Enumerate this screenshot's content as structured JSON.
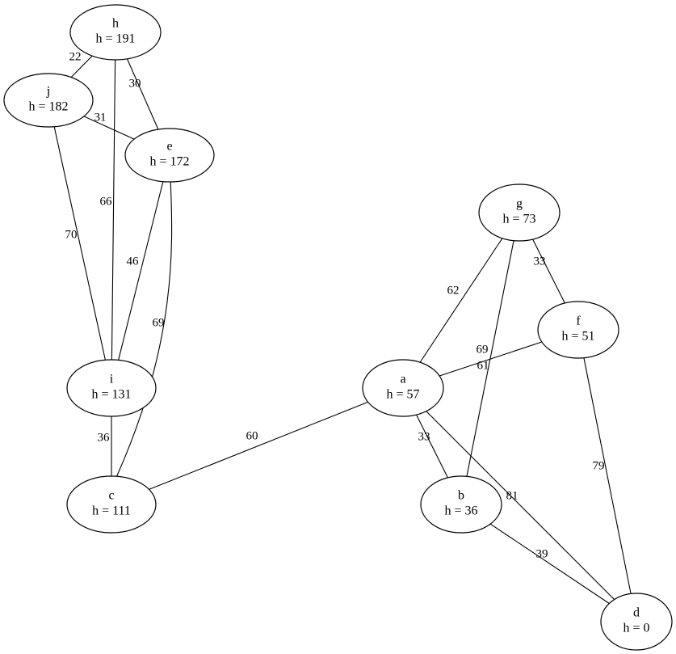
{
  "nodes": [
    {
      "id": "h",
      "label": "h",
      "h_label": "h = 191"
    },
    {
      "id": "j",
      "label": "j",
      "h_label": "h = 182"
    },
    {
      "id": "e",
      "label": "e",
      "h_label": "h = 172"
    },
    {
      "id": "i",
      "label": "i",
      "h_label": "h = 131"
    },
    {
      "id": "c",
      "label": "c",
      "h_label": "h = 111"
    },
    {
      "id": "g",
      "label": "g",
      "h_label": "h = 73"
    },
    {
      "id": "f",
      "label": "f",
      "h_label": "h = 51"
    },
    {
      "id": "a",
      "label": "a",
      "h_label": "h = 57"
    },
    {
      "id": "b",
      "label": "b",
      "h_label": "h = 36"
    },
    {
      "id": "d",
      "label": "d",
      "h_label": "h = 0"
    }
  ],
  "edges": [
    {
      "from": "h",
      "to": "j",
      "weight": "22"
    },
    {
      "from": "h",
      "to": "e",
      "weight": "30"
    },
    {
      "from": "h",
      "to": "i",
      "weight": "66"
    },
    {
      "from": "j",
      "to": "e",
      "weight": "31"
    },
    {
      "from": "j",
      "to": "i",
      "weight": "70"
    },
    {
      "from": "e",
      "to": "i",
      "weight": "46"
    },
    {
      "from": "e",
      "to": "c",
      "weight": "69"
    },
    {
      "from": "i",
      "to": "c",
      "weight": "36"
    },
    {
      "from": "c",
      "to": "a",
      "weight": "60"
    },
    {
      "from": "g",
      "to": "a",
      "weight": "62"
    },
    {
      "from": "g",
      "to": "f",
      "weight": "33"
    },
    {
      "from": "g",
      "to": "b",
      "weight": "61"
    },
    {
      "from": "a",
      "to": "f",
      "weight": "69"
    },
    {
      "from": "a",
      "to": "b",
      "weight": "33"
    },
    {
      "from": "a",
      "to": "d",
      "weight": "81"
    },
    {
      "from": "f",
      "to": "d",
      "weight": "79"
    },
    {
      "from": "b",
      "to": "d",
      "weight": "39"
    }
  ]
}
